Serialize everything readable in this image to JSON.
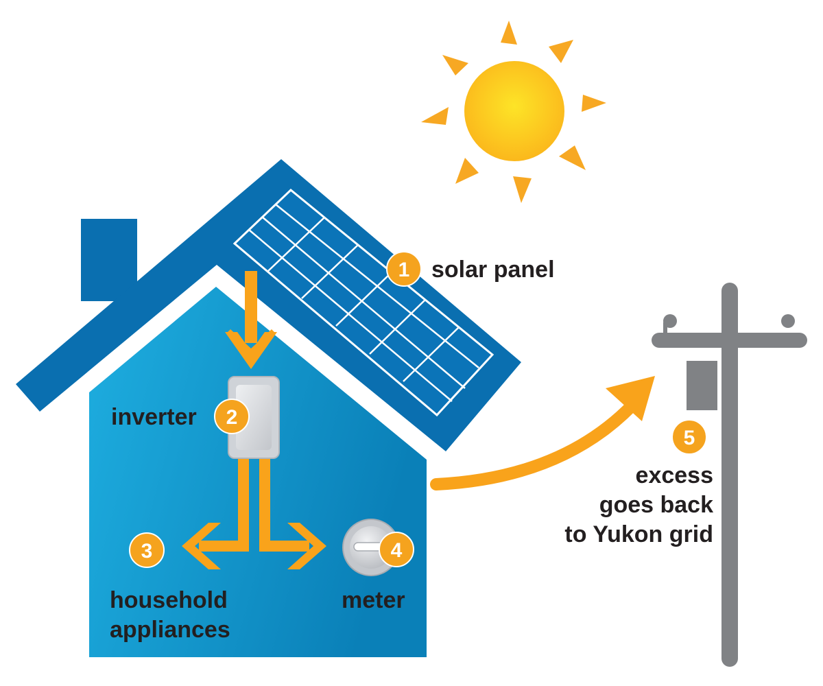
{
  "labels": {
    "solar_panel": "solar panel",
    "inverter": "inverter",
    "household_line1": "household",
    "household_line2": "appliances",
    "meter": "meter",
    "excess_line1": "excess",
    "excess_line2": "goes back",
    "excess_line3": "to Yukon grid"
  },
  "badges": {
    "one": "1",
    "two": "2",
    "three": "3",
    "four": "4",
    "five": "5"
  },
  "colors": {
    "roof_blue": "#0a6fb0",
    "house_light": "#1eaee0",
    "house_dark": "#0a80b8",
    "panel_blue": "#0b74b8",
    "flow_orange": "#f9a31b",
    "badge_orange": "#f5a31e",
    "sun_yellow": "#fdd51f",
    "ray_orange": "#f7a823",
    "pole_grey": "#808285",
    "text": "#231f20"
  },
  "icons": {
    "sun": "sun-icon",
    "house": "house-icon",
    "solar_panel": "solar-panel-icon",
    "inverter": "inverter-icon",
    "meter": "meter-icon",
    "utility_pole": "utility-pole-icon"
  }
}
